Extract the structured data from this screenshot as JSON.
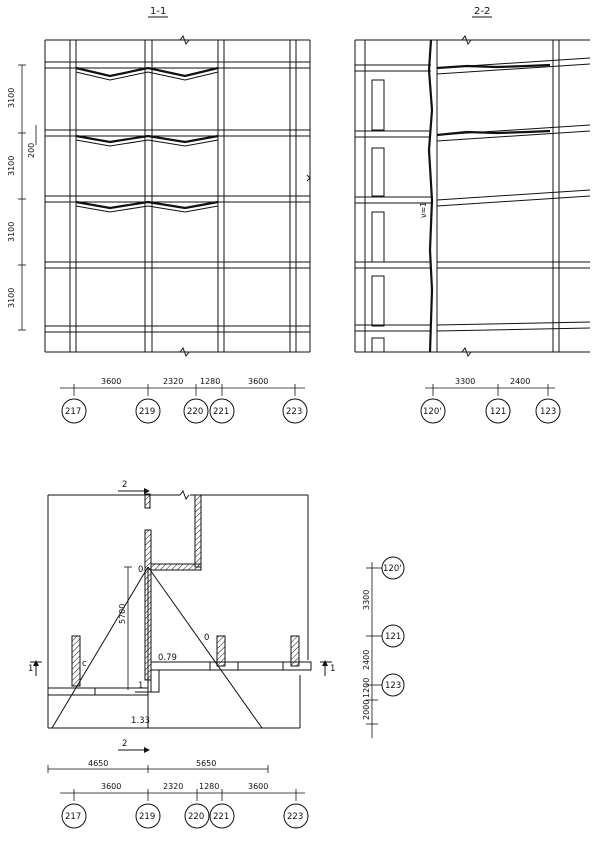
{
  "sections": {
    "s1": {
      "title": "1-1"
    },
    "s2": {
      "title": "2-2"
    }
  },
  "elevation1": {
    "story_heights": [
      "3100",
      "3100",
      "3100",
      "3100"
    ],
    "gap_label": "200",
    "bottom_dims": [
      "3600",
      "2320",
      "1280",
      "3600"
    ],
    "axes": [
      "217",
      "219",
      "220",
      "221",
      "223"
    ]
  },
  "elevation2": {
    "crack_label": "ν≈1",
    "bottom_dims": [
      "3300",
      "2400"
    ],
    "axes": [
      "120'",
      "121",
      "123"
    ]
  },
  "plan": {
    "cut1_label": "1",
    "cut2_label": "2",
    "label_o_left": "0",
    "label_o_right": "0",
    "label_c": "c",
    "label_1": "1",
    "dim_5700": "5700",
    "value_079": "0.79",
    "value_133": "1.33",
    "right_dims": [
      "3300",
      "2400",
      "1200",
      "2000"
    ],
    "right_axes": [
      "120'",
      "121",
      "123"
    ],
    "bottom_dims_top": [
      "4650",
      "5650"
    ],
    "bottom_dims": [
      "3600",
      "2320",
      "1280",
      "3600"
    ],
    "bottom_axes": [
      "217",
      "219",
      "220",
      "221",
      "223"
    ]
  }
}
